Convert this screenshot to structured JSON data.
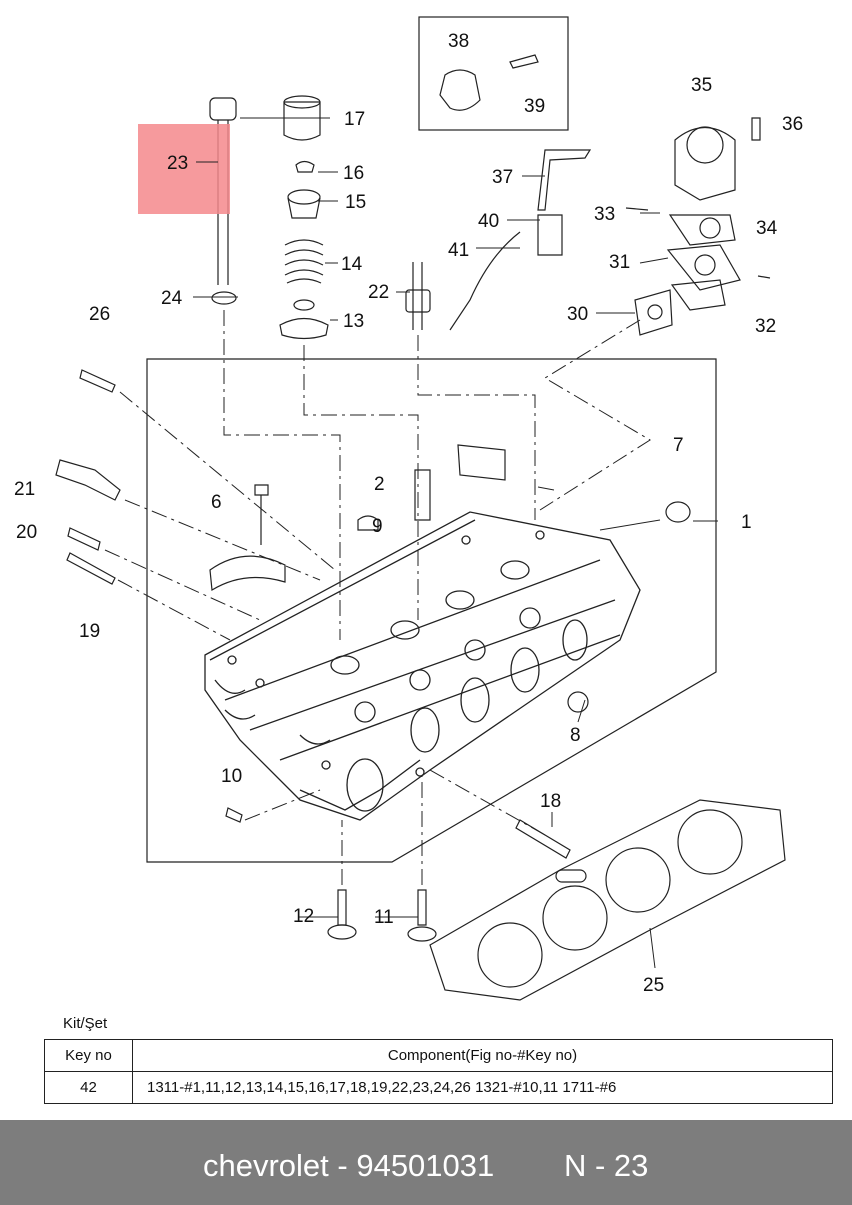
{
  "callouts": [
    "1",
    "2",
    "6",
    "7",
    "8",
    "9",
    "10",
    "11",
    "12",
    "13",
    "14",
    "15",
    "16",
    "17",
    "18",
    "19",
    "20",
    "21",
    "22",
    "23",
    "24",
    "25",
    "26",
    "30",
    "31",
    "32",
    "33",
    "34",
    "35",
    "36",
    "37",
    "38",
    "39",
    "40",
    "41"
  ],
  "highlight_color": "#f5888c",
  "kit": {
    "title": "Kit/Şet",
    "headers": {
      "key": "Key no",
      "component": "Component(Fig no-#Key no)"
    },
    "row": {
      "key": "42",
      "component": "1311-#1,11,12,13,14,15,16,17,18,19,22,23,24,26  1321-#10,11  1711-#6"
    }
  },
  "footer": {
    "part": "chevrolet - 94501031",
    "code": "N - 23"
  },
  "footer_color": "#7d7d7d"
}
